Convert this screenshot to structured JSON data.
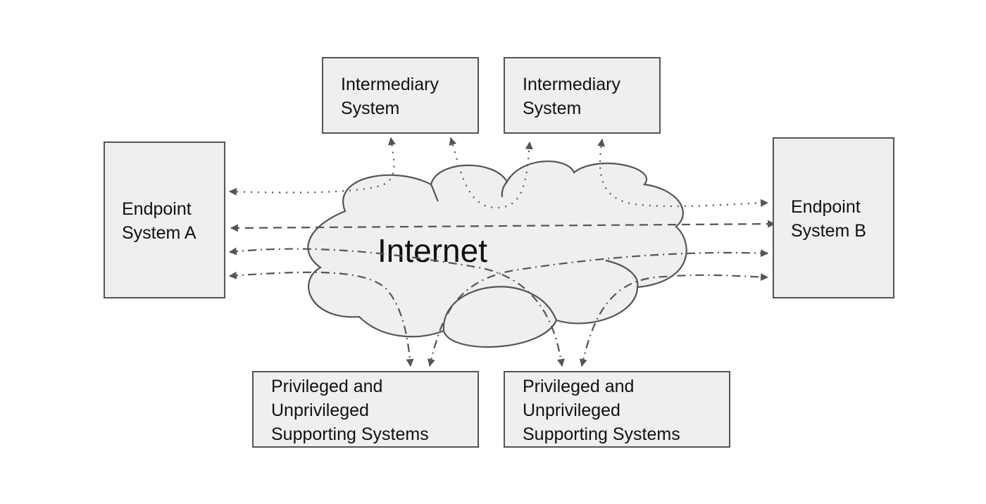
{
  "diagram": {
    "cloud": {
      "label": "Internet"
    },
    "nodes": {
      "endpoint_a": {
        "lines": [
          "Endpoint",
          "System A"
        ]
      },
      "endpoint_b": {
        "lines": [
          "Endpoint",
          "System B"
        ]
      },
      "intermediary_1": {
        "lines": [
          "Intermediary",
          "System"
        ]
      },
      "intermediary_2": {
        "lines": [
          "Intermediary",
          "System"
        ]
      },
      "supporting_1": {
        "lines": [
          "Privileged and",
          "Unprivileged",
          "Supporting Systems"
        ]
      },
      "supporting_2": {
        "lines": [
          "Privileged and",
          "Unprivileged",
          "Supporting Systems"
        ]
      }
    },
    "connections": [
      {
        "id": "ep-a-to-intermediary-1",
        "style": "dotted",
        "from": "endpoint_a",
        "to": "intermediary_1",
        "arrowheads": "both"
      },
      {
        "id": "intermediary-1-to-intermediary-2",
        "style": "dotted",
        "from": "intermediary_1",
        "to": "intermediary_2",
        "arrowheads": "both"
      },
      {
        "id": "intermediary-2-to-ep-b",
        "style": "dotted",
        "from": "intermediary_2",
        "to": "endpoint_b",
        "arrowheads": "both"
      },
      {
        "id": "ep-a-to-ep-b-direct",
        "style": "dashed",
        "from": "endpoint_a",
        "to": "endpoint_b",
        "arrowheads": "both"
      },
      {
        "id": "ep-a-to-supporting-2",
        "style": "dash-dot",
        "from": "endpoint_a",
        "to": "supporting_2",
        "arrowheads": "both"
      },
      {
        "id": "ep-a-to-supporting-1",
        "style": "dash-dot",
        "from": "endpoint_a",
        "to": "supporting_1",
        "arrowheads": "both"
      },
      {
        "id": "supporting-1-to-ep-b",
        "style": "dash-dot",
        "from": "supporting_1",
        "to": "endpoint_b",
        "arrowheads": "both"
      },
      {
        "id": "supporting-2-to-ep-b",
        "style": "dash-dot",
        "from": "supporting_2",
        "to": "endpoint_b",
        "arrowheads": "both"
      }
    ],
    "colors": {
      "box_fill": "#efefef",
      "stroke": "#555555",
      "text": "#111111",
      "background": "#ffffff"
    }
  }
}
